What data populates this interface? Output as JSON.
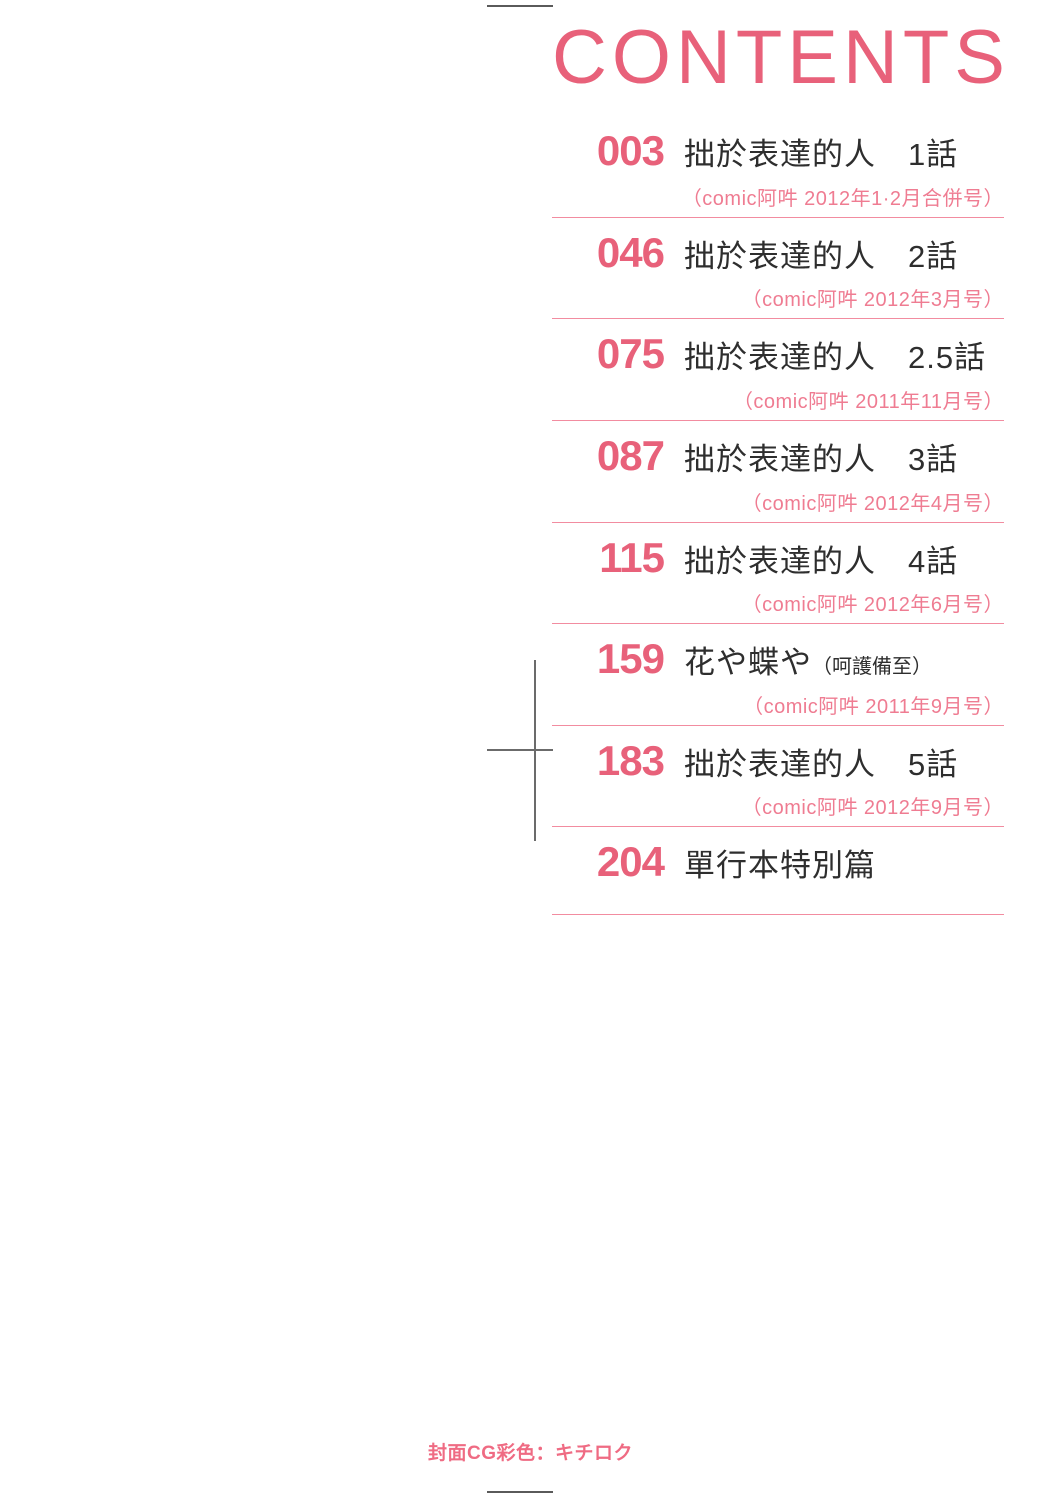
{
  "page": {
    "title": "CONTENTS",
    "credit": "封面CG彩色：キチロク",
    "accent_color": "#e8617a",
    "rule_color": "#f28ca0",
    "title_text_color": "#2e2e2e",
    "source_color": "#ef7c92",
    "background_color": "#ffffff",
    "crop_mark_color": "#5a5a5a"
  },
  "entries": [
    {
      "page_number": "003",
      "title": "拙於表達的人　1話",
      "title_annotation": "",
      "source": "（comic阿吽 2012年1·2月合併号）"
    },
    {
      "page_number": "046",
      "title": "拙於表達的人　2話",
      "title_annotation": "",
      "source": "（comic阿吽 2012年3月号）"
    },
    {
      "page_number": "075",
      "title": "拙於表達的人　2.5話",
      "title_annotation": "",
      "source": "（comic阿吽 2011年11月号）"
    },
    {
      "page_number": "087",
      "title": "拙於表達的人　3話",
      "title_annotation": "",
      "source": "（comic阿吽 2012年4月号）"
    },
    {
      "page_number": "115",
      "title": "拙於表達的人　4話",
      "title_annotation": "",
      "source": "（comic阿吽 2012年6月号）"
    },
    {
      "page_number": "159",
      "title": "花や蝶や",
      "title_annotation": "（呵護備至）",
      "source": "（comic阿吽 2011年9月号）"
    },
    {
      "page_number": "183",
      "title": "拙於表達的人　5話",
      "title_annotation": "",
      "source": "（comic阿吽 2012年9月号）"
    },
    {
      "page_number": "204",
      "title": "單行本特別篇",
      "title_annotation": "",
      "source": ""
    }
  ]
}
